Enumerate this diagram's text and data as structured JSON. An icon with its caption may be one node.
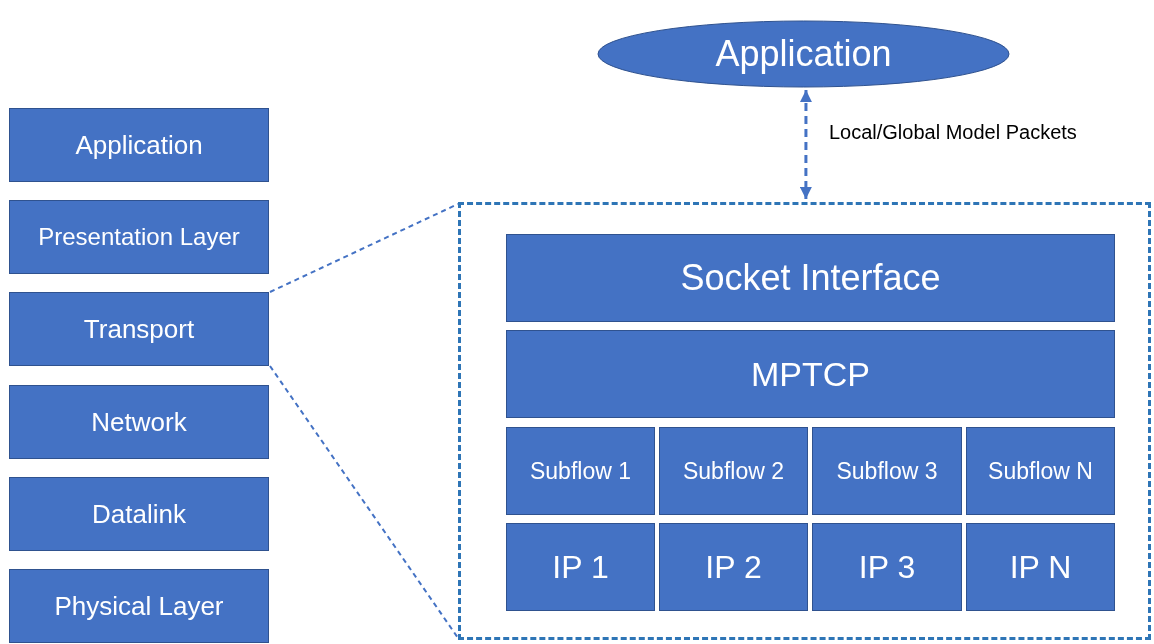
{
  "diagram": {
    "nodes": [
      {
        "text": [
          "Application"
        ]
      },
      {
        "text": [
          "Application"
        ]
      },
      {
        "text": [
          "Presentation Layer"
        ]
      },
      {
        "text": [
          "Transport"
        ]
      },
      {
        "text": [
          "Network"
        ]
      },
      {
        "text": [
          "Datalink"
        ]
      },
      {
        "text": [
          "Physical Layer"
        ]
      },
      {
        "text": [],
        "shape": "box"
      },
      {
        "text": [
          "Socket Interface"
        ],
        "in": 7
      },
      {
        "text": [
          "MPTCP"
        ],
        "in": 7
      },
      {
        "text": [
          "Subflow 1"
        ],
        "in": 7
      },
      {
        "text": [
          "Subflow 2"
        ],
        "in": 7
      },
      {
        "text": [
          "Subflow 3"
        ],
        "in": 7
      },
      {
        "text": [
          "Subflow N"
        ],
        "in": 7
      },
      {
        "text": [
          "IP 1"
        ],
        "in": 7
      },
      {
        "text": [
          "IP 2"
        ],
        "in": 7
      },
      {
        "text": [
          "IP 3"
        ],
        "in": 7
      },
      {
        "text": [
          "IP N"
        ],
        "in": 7
      }
    ],
    "edges": [
      {
        "from": 0,
        "to": 7,
        "arrow": "both",
        "label": "Local/Global Model Packets",
        "style": "dashed"
      },
      {
        "from": 3,
        "to": 7,
        "arrow": "none",
        "style": "dashed"
      },
      {
        "from": 3,
        "to": 7,
        "arrow": "none",
        "style": "dashed"
      }
    ]
  }
}
